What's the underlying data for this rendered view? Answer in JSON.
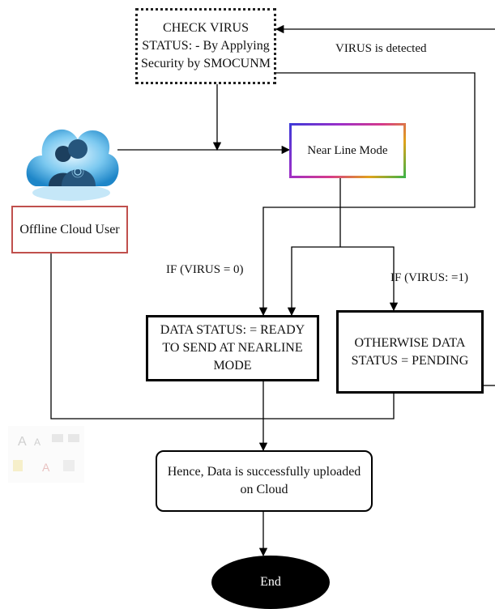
{
  "nodes": {
    "check_virus": "CHECK VIRUS STATUS: - By Applying Security by SMOCUNM",
    "near_line": "Near Line Mode",
    "offline_user": "Offline Cloud User",
    "ready": "DATA STATUS: = READY TO SEND AT NEARLINE MODE",
    "otherwise": "OTHERWISE DATA STATUS = PENDING",
    "uploaded": "Hence, Data is successfully uploaded on Cloud",
    "end": "End"
  },
  "labels": {
    "virus_detected": "VIRUS is detected",
    "if_virus_0": "IF (VIRUS = 0)",
    "if_virus_1": "IF (VIRUS: =1)"
  },
  "colors": {
    "offline_border": "#c0504d",
    "cloud_blue": "#3aa9e0"
  },
  "icons": {
    "user": "cloud-user-icon"
  }
}
